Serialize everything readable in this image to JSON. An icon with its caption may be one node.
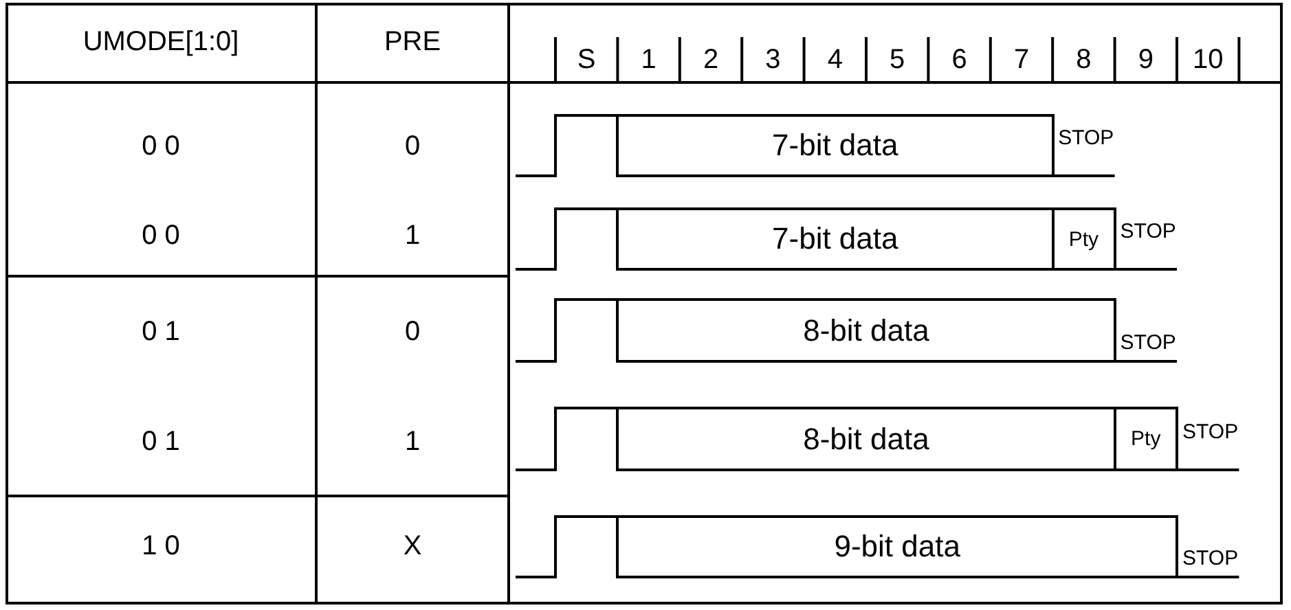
{
  "diagram": {
    "nodes": [
      {
        "text": [
          "7-bit data"
        ]
      },
      {
        "text": [
          "7-bit data"
        ]
      },
      {
        "text": [
          "Pty"
        ]
      },
      {
        "text": [
          "8-bit data"
        ]
      },
      {
        "text": [
          "8-bit data"
        ]
      },
      {
        "text": [
          "Pty"
        ]
      },
      {
        "text": [
          "9-bit data"
        ]
      }
    ],
    "edges": [],
    "labels": [
      "UMODE[1:0]",
      "PRE",
      "S",
      "1",
      "2",
      "3",
      "4",
      "5",
      "6",
      "7",
      "8",
      "9",
      "10",
      "0 0",
      "0",
      "STOP",
      "0 0",
      "1",
      "STOP",
      "0 1",
      "0",
      "STOP",
      "0 1",
      "1",
      "STOP",
      "1 0",
      "X",
      "STOP"
    ]
  }
}
